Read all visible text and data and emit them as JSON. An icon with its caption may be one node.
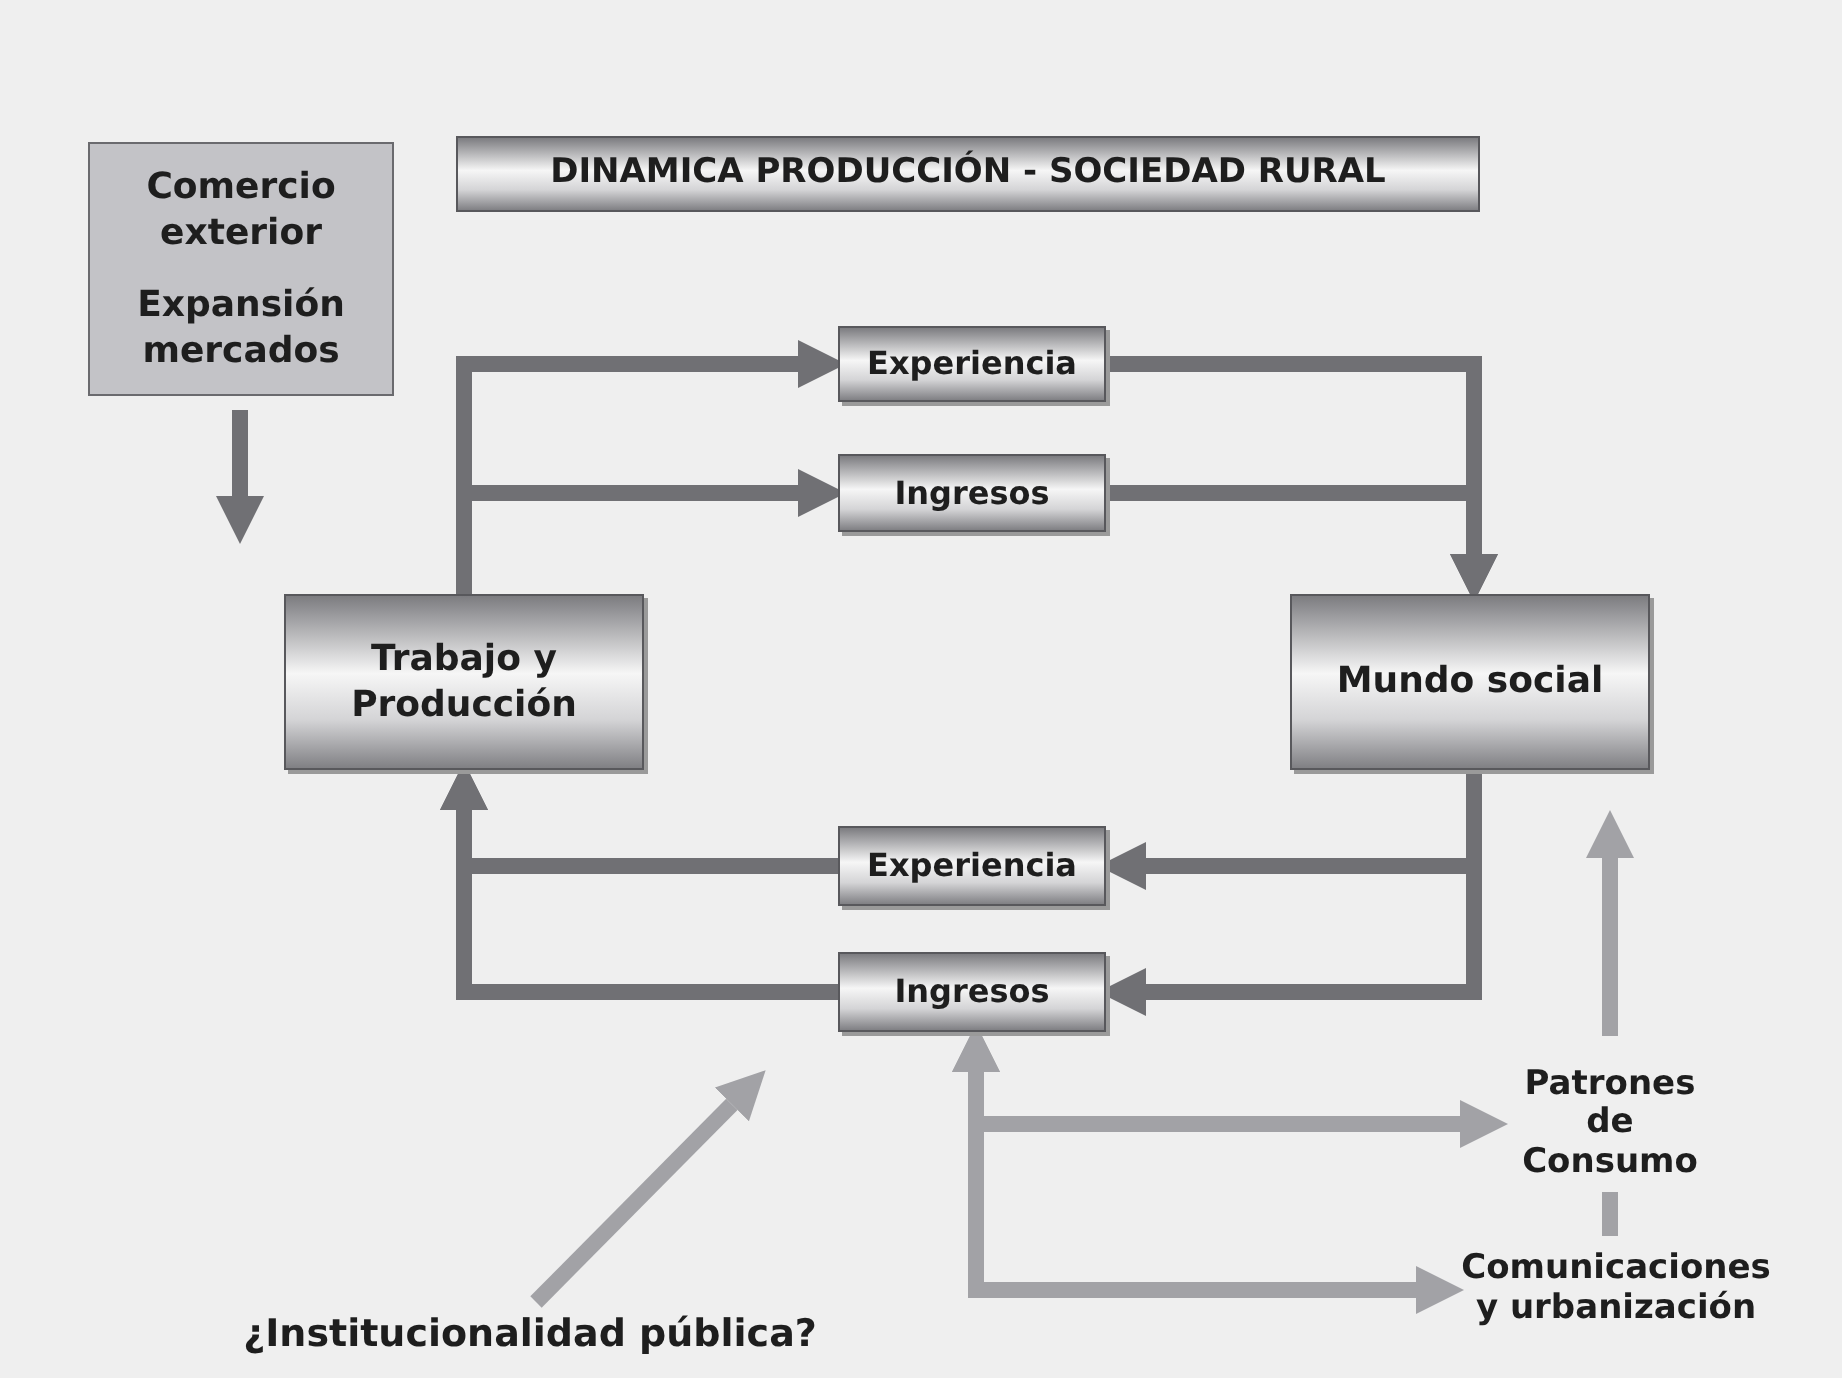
{
  "diagram": {
    "title": "DINAMICA PRODUCCIÓN - SOCIEDAD RURAL",
    "nodes": [
      {
        "text": [
          "Comercio exterior",
          "Expansión mercados"
        ]
      },
      {
        "text": [
          "Trabajo y Producción"
        ]
      },
      {
        "text": [
          "Experiencia"
        ]
      },
      {
        "text": [
          "Ingresos"
        ]
      },
      {
        "text": [
          "Mundo social"
        ]
      },
      {
        "text": [
          "Experiencia"
        ]
      },
      {
        "text": [
          "Ingresos"
        ]
      },
      {
        "text": [
          "¿Institucionalidad pública?"
        ]
      },
      {
        "text": [
          "Patrones de Consumo"
        ]
      },
      {
        "text": [
          "Comunicaciones y urbanización"
        ]
      }
    ],
    "edges": [
      {
        "from": 0,
        "to": null,
        "arrow": "to"
      },
      {
        "from": 1,
        "to": 2,
        "arrow": "to"
      },
      {
        "from": 1,
        "to": 3,
        "arrow": "to"
      },
      {
        "from": 2,
        "to": 4,
        "arrow": "to"
      },
      {
        "from": 3,
        "to": 4,
        "arrow": "to"
      },
      {
        "from": 4,
        "to": 5,
        "arrow": "to"
      },
      {
        "from": 4,
        "to": 6,
        "arrow": "to"
      },
      {
        "from": 5,
        "to": 1,
        "arrow": "to"
      },
      {
        "from": 6,
        "to": 1,
        "arrow": "to"
      },
      {
        "from": 7,
        "to": null,
        "arrow": "to",
        "color": "#a2a2a6"
      },
      {
        "from": 6,
        "to": 8,
        "arrow": "both",
        "color": "#a2a2a6"
      },
      {
        "from": 6,
        "to": 9,
        "arrow": "both",
        "color": "#a2a2a6"
      },
      {
        "from": 9,
        "to": 8,
        "arrow": "none",
        "color": "#a2a2a6"
      },
      {
        "from": 8,
        "to": 4,
        "arrow": "to",
        "color": "#a2a2a6"
      }
    ]
  }
}
